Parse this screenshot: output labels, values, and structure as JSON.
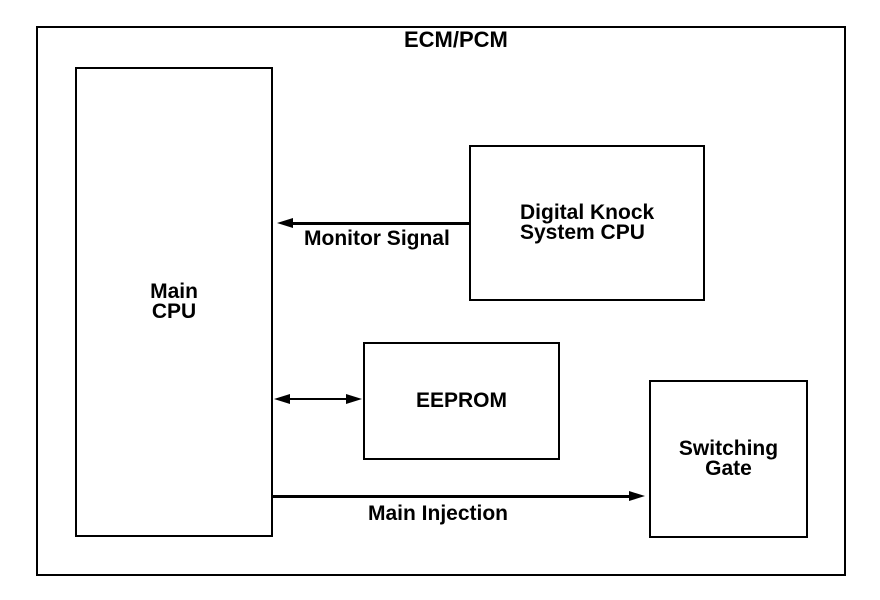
{
  "diagram": {
    "title": "ECM/PCM",
    "blocks": {
      "main_cpu": {
        "line1": "Main",
        "line2": "CPU"
      },
      "digital_knock": {
        "line1": "Digital Knock",
        "line2": "System CPU"
      },
      "eeprom": {
        "line1": "EEPROM"
      },
      "switching_gate": {
        "line1": "Switching",
        "line2": "Gate"
      }
    },
    "connections": {
      "monitor_signal": {
        "label": "Monitor Signal",
        "from": "Digital Knock System CPU",
        "to": "Main CPU",
        "direction": "left"
      },
      "cpu_eeprom": {
        "from": "Main CPU",
        "to": "EEPROM",
        "direction": "bidirectional"
      },
      "main_injection": {
        "label": "Main Injection",
        "from": "Main CPU",
        "to": "Switching Gate",
        "direction": "right"
      }
    },
    "colors": {
      "line": "#000000",
      "background": "#ffffff",
      "text": "#000000"
    }
  }
}
